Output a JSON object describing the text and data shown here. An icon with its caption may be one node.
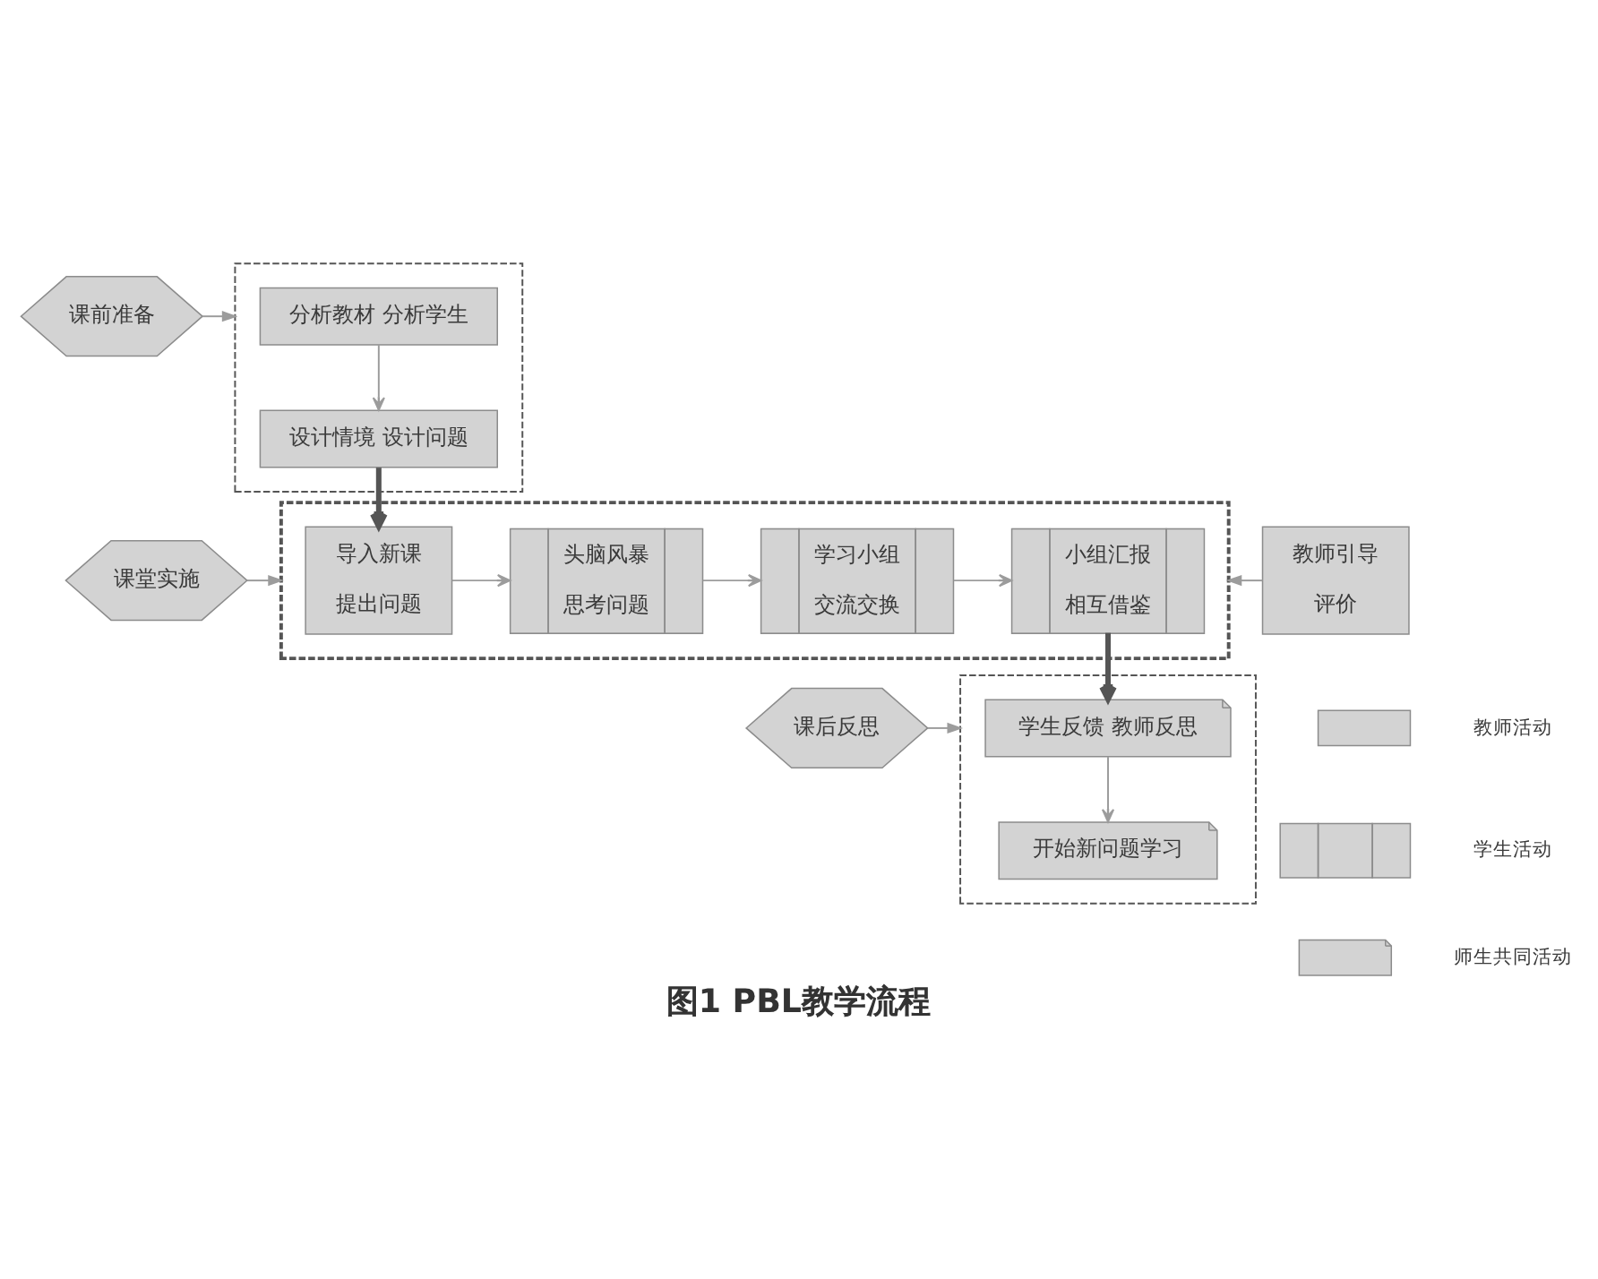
{
  "diagram": {
    "caption": "图1 PBL教学流程",
    "nodes": [
      {
        "text": [
          "课前准备"
        ]
      },
      {
        "text": [],
        "shape": "box"
      },
      {
        "text": [
          "分析教材 分析学生"
        ],
        "in": 1
      },
      {
        "text": [
          "设计情境 设计问题"
        ],
        "in": 1
      },
      {
        "text": [
          "课堂实施"
        ]
      },
      {
        "text": [],
        "shape": "box"
      },
      {
        "text": [
          "导入新课",
          "提出问题"
        ],
        "in": 5
      },
      {
        "text": [
          "头脑风暴",
          "思考问题"
        ],
        "in": 5
      },
      {
        "text": [
          "学习小组",
          "交流交换"
        ],
        "in": 5
      },
      {
        "text": [
          "小组汇报",
          "相互借鉴"
        ],
        "in": 5
      },
      {
        "text": [
          "教师引导",
          "评价"
        ]
      },
      {
        "text": [
          "课后反思"
        ]
      },
      {
        "text": [],
        "shape": "box"
      },
      {
        "text": [
          "学生反馈 教师反思"
        ],
        "in": 12
      },
      {
        "text": [
          "开始新问题学习"
        ],
        "in": 12
      },
      {
        "text": [],
        "shape": "box"
      },
      {
        "text": [],
        "shape": "box"
      },
      {
        "text": [],
        "shape": "box"
      }
    ],
    "edges": [
      {
        "from": 0,
        "to": 1,
        "arrow": "to"
      },
      {
        "from": 2,
        "to": 3,
        "arrow": "to"
      },
      {
        "from": 3,
        "to": 6,
        "arrow": "to",
        "style": "thick",
        "color": "#555555"
      },
      {
        "from": 4,
        "to": 5,
        "arrow": "to"
      },
      {
        "from": 6,
        "to": 7,
        "arrow": "to"
      },
      {
        "from": 7,
        "to": 8,
        "arrow": "to"
      },
      {
        "from": 8,
        "to": 9,
        "arrow": "to"
      },
      {
        "from": 10,
        "to": 5,
        "arrow": "to"
      },
      {
        "from": 9,
        "to": 13,
        "arrow": "to",
        "style": "thick",
        "color": "#555555"
      },
      {
        "from": 11,
        "to": 12,
        "arrow": "to"
      },
      {
        "from": 13,
        "to": 14,
        "arrow": "to"
      }
    ],
    "legend": [
      {
        "text": "教师活动"
      },
      {
        "text": "学生活动"
      },
      {
        "text": "师生共同活动"
      }
    ]
  }
}
